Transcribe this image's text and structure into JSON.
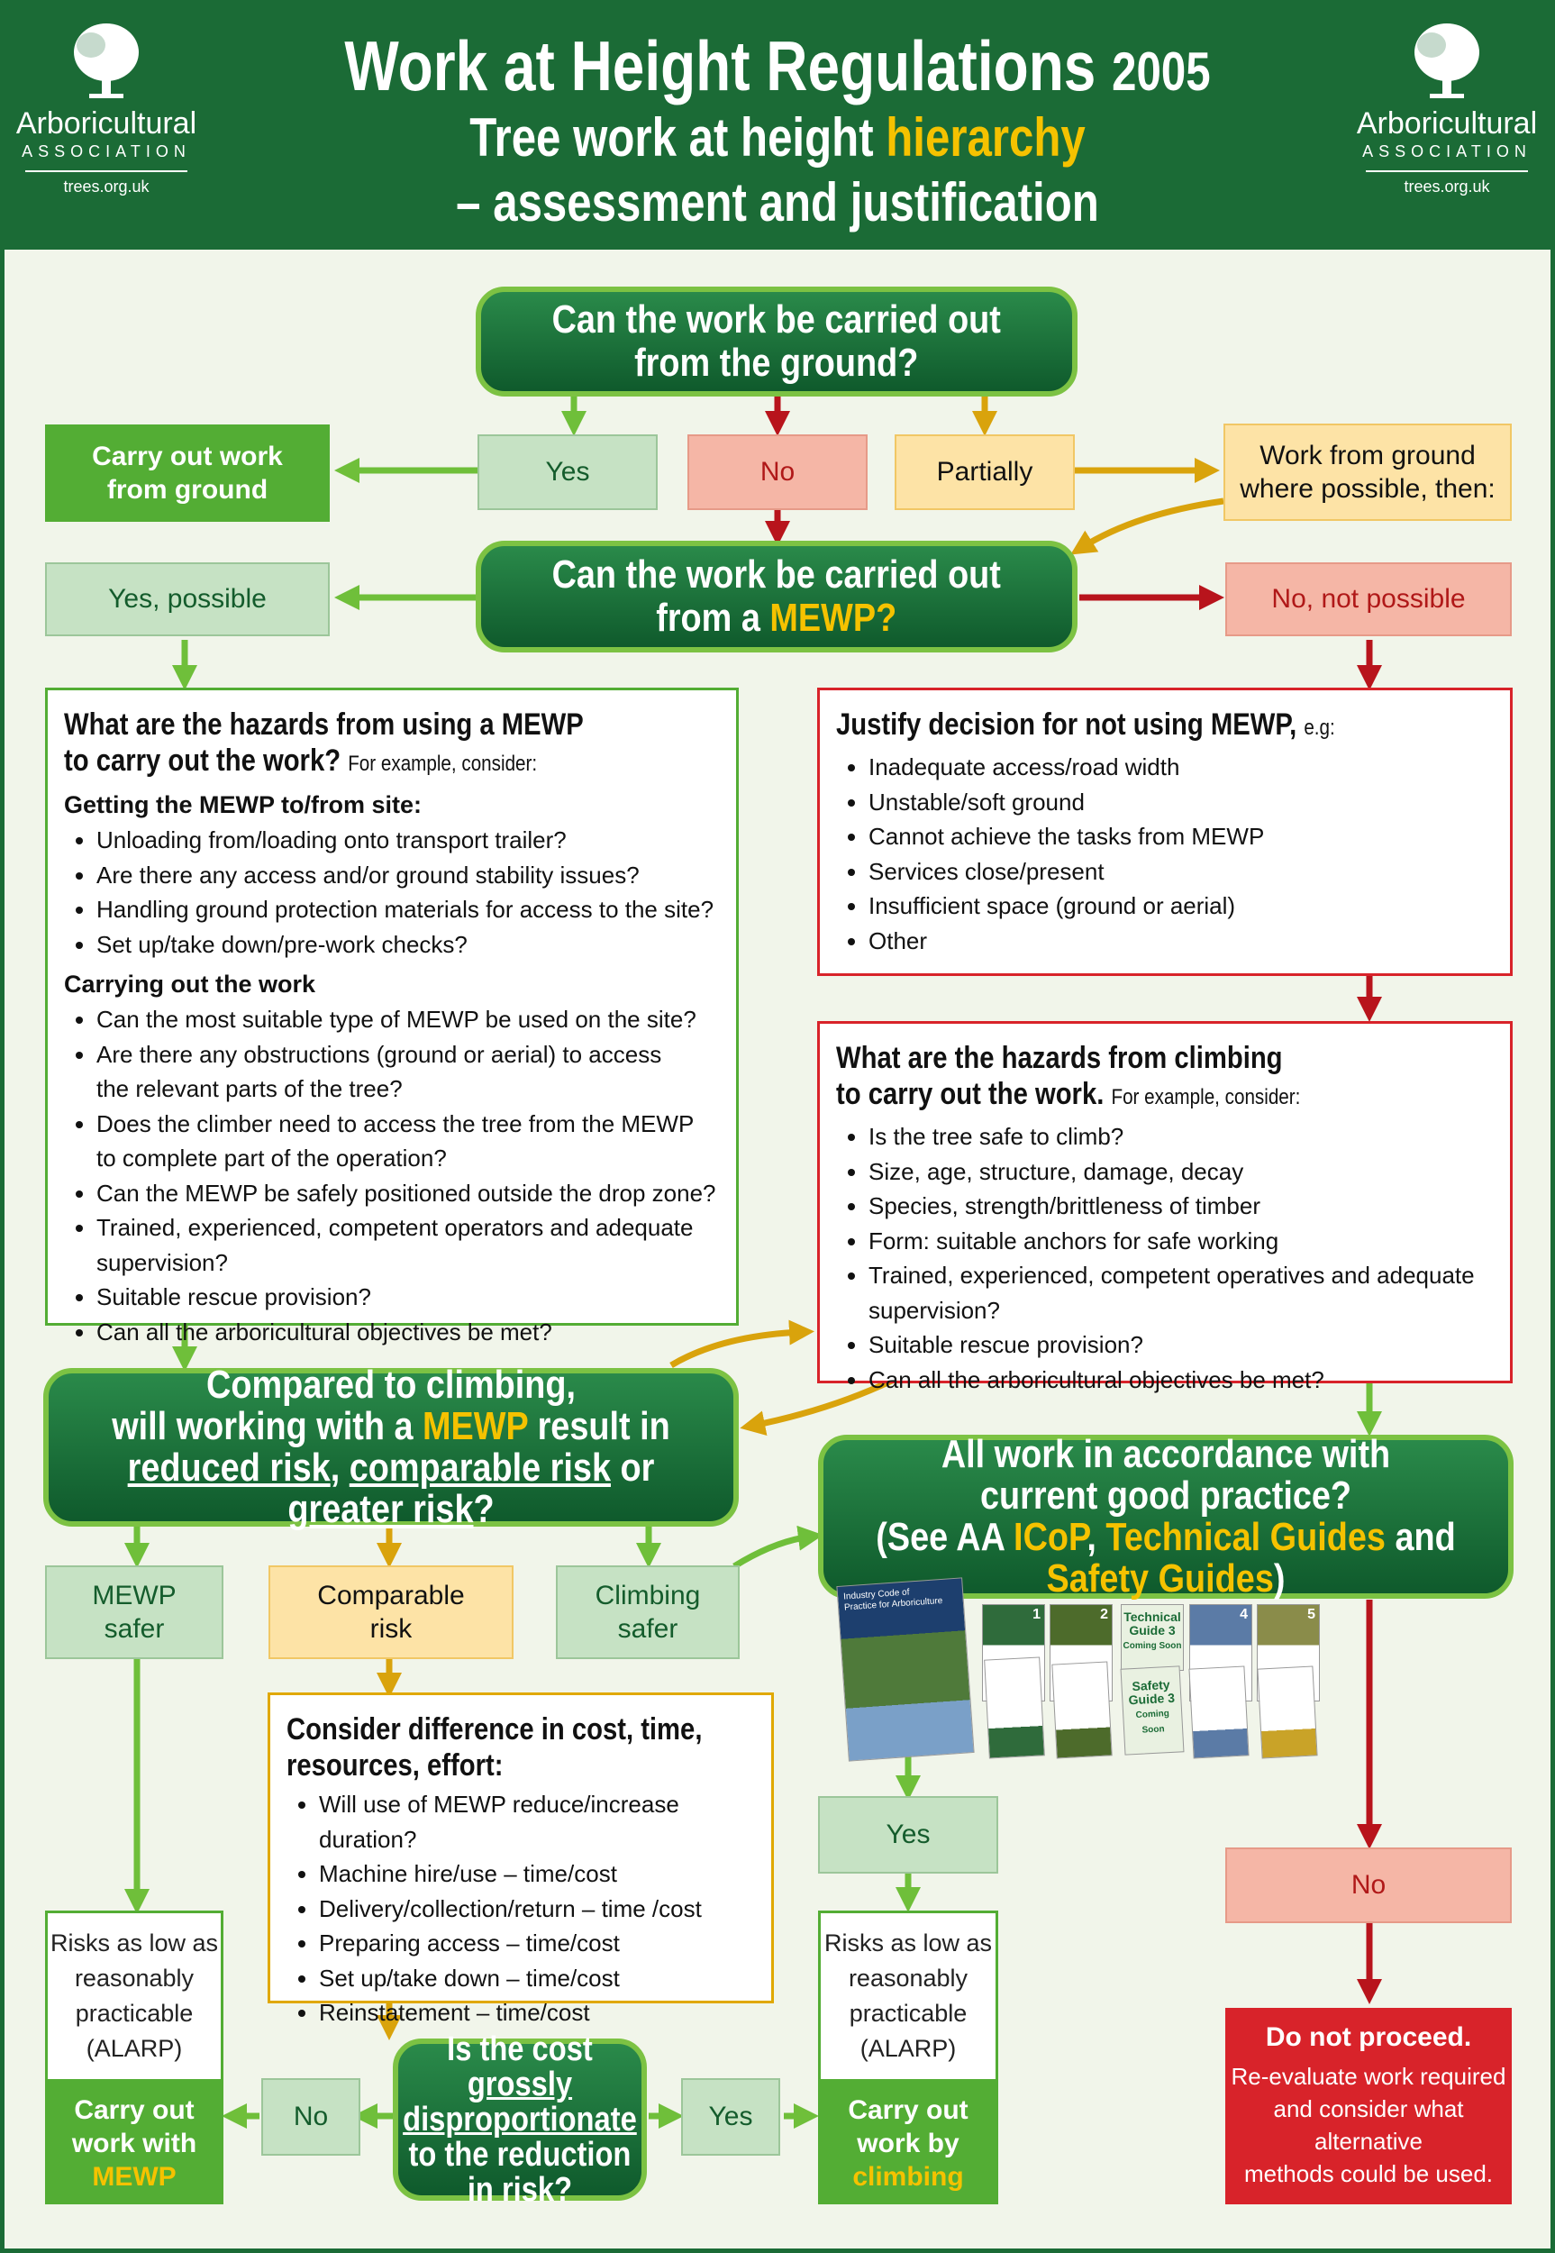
{
  "header": {
    "title_main": "Work at Height Regulations",
    "title_year": "2005",
    "subtitle_1_a": "Tree work at height",
    "subtitle_1_b": "hierarchy",
    "subtitle_2": "– assessment and justification",
    "logo_name": "Arboricultural",
    "logo_assoc": "ASSOCIATION",
    "logo_url": "trees.org.uk"
  },
  "q1": {
    "line1": "Can the work be carried out",
    "line2": "from the ground?"
  },
  "q1_answers": {
    "yes": "Yes",
    "no": "No",
    "partial": "Partially"
  },
  "carry_ground": {
    "line1": "Carry out work",
    "line2": "from ground"
  },
  "work_ground_partial": {
    "line1": "Work from ground",
    "line2": "where possible, then:"
  },
  "q2": {
    "line1": "Can the work be carried out",
    "line2_a": "from a",
    "line2_b": "MEWP?"
  },
  "q2_answers": {
    "yes": "Yes, possible",
    "no": "No, not possible"
  },
  "mewp_hazards": {
    "head_1": "What are the hazards from using a MEWP",
    "head_2": "to carry out the work?",
    "head_small": "For example, consider:",
    "sub1": "Getting the MEWP to/from site:",
    "list1": [
      "Unloading from/loading onto transport trailer?",
      "Are there any access and/or ground stability issues?",
      "Handling ground protection materials for access to the site?",
      "Set up/take down/pre-work checks?"
    ],
    "sub2": "Carrying out the work",
    "list2": [
      "Can the most suitable type of MEWP be used on the site?",
      "Are there any obstructions (ground or aerial) to access",
      "Does the climber need to access the tree from the MEWP",
      "Can the MEWP be safely positioned outside the drop zone?",
      "Trained, experienced, competent operators and adequate supervision?",
      "Suitable rescue provision?",
      "Can all the arboricultural objectives be met?"
    ],
    "list2_cont": [
      "the relevant parts of the tree?",
      "to complete part of the operation?"
    ]
  },
  "justify": {
    "head": "Justify decision for not using MEWP,",
    "head_small": "e.g:",
    "list": [
      "Inadequate access/road width",
      "Unstable/soft ground",
      "Cannot achieve the tasks from MEWP",
      "Services close/present",
      "Insufficient space (ground or aerial)",
      "Other"
    ]
  },
  "climb_hazards": {
    "head_1": "What are the hazards from climbing",
    "head_2": "to carry out the work.",
    "head_small": "For example, consider:",
    "list": [
      "Is the tree safe to climb?",
      "Size, age, structure, damage, decay",
      "Species, strength/brittleness of timber",
      "Form: suitable anchors for safe working",
      "Trained, experienced, competent operatives and adequate supervision?",
      "Suitable rescue provision?",
      "Can all the arboricultural objectives be met?"
    ]
  },
  "q3": {
    "line1": "Compared to climbing,",
    "line2_a": "will working with a",
    "line2_b": "MEWP",
    "line2_c": "result in",
    "line3_a": "reduced risk",
    "line3_b": ",",
    "line3_c": "comparable risk",
    "line3_d": "or",
    "line3_e": "greater risk",
    "line3_f": "?"
  },
  "q3_answers": {
    "mewp_1": "MEWP",
    "mewp_2": "safer",
    "comp_1": "Comparable",
    "comp_2": "risk",
    "climb_1": "Climbing",
    "climb_2": "safer"
  },
  "q4": {
    "line1": "All work in accordance with",
    "line2": "current good practice?",
    "line3_a": "(See AA",
    "line3_b": "ICoP",
    "line3_c": ",",
    "line3_d": "Technical Guides",
    "line3_e": "and",
    "line3_f": "Safety Guides",
    "line3_g": ")"
  },
  "guides": {
    "icop_1": "Industry Code of",
    "icop_2": "Practice for Arboriculture",
    "nums": [
      "1",
      "2",
      "4",
      "5"
    ],
    "tg3_1": "Technical",
    "tg3_2": "Guide 3",
    "tg3_3": "Coming Soon",
    "sg3_1": "Safety",
    "sg3_2": "Guide 3",
    "sg3_3": "Coming Soon"
  },
  "cost": {
    "head_1": "Consider difference in cost, time,",
    "head_2": "resources, effort:",
    "list": [
      "Will use of MEWP reduce/increase duration?",
      "Machine hire/use – time/cost",
      "Delivery/collection/return – time /cost",
      "Preparing access – time/cost",
      "Set up/take down – time/cost",
      "Reinstatement – time/cost"
    ]
  },
  "q5": {
    "line1": "Is the cost",
    "line1_u": "grossly",
    "line2_u": "disproportionate",
    "line3": "to the reduction",
    "line4": "in risk?"
  },
  "q5_answers": {
    "no": "No",
    "yes": "Yes"
  },
  "q4_answers": {
    "yes": "Yes",
    "no": "No"
  },
  "alarp": {
    "l1": "Risks as low as",
    "l2": "reasonably",
    "l3": "practicable",
    "l4": "(ALARP)"
  },
  "carry_mewp": {
    "l1": "Carry out",
    "l2": "work with",
    "l3": "MEWP"
  },
  "carry_climb": {
    "l1": "Carry out",
    "l2": "work by",
    "l3": "climbing"
  },
  "stop": {
    "head": "Do not proceed.",
    "l1": "Re-evaluate work required",
    "l2": "and consider what alternative",
    "l3": "methods could be used."
  },
  "colors": {
    "dark_green": "#1b6b36",
    "green": "#53ad34",
    "red": "#d8232a",
    "amber": "#e0a800",
    "highlight": "#f5c200"
  }
}
